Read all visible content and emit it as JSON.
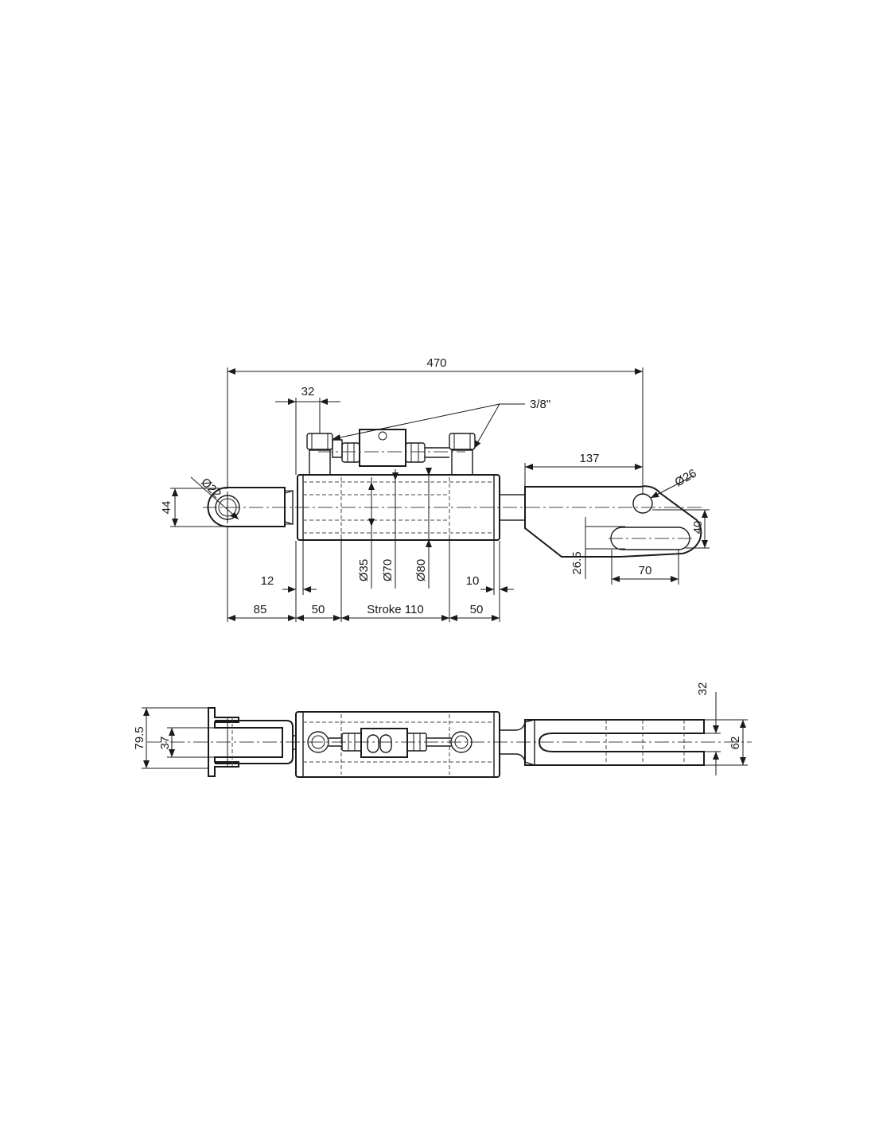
{
  "side_view": {
    "overall_length": "470",
    "port_spacing": "32",
    "port_thread": "3/8\"",
    "eye_diameter": "Ø22",
    "eye_width": "44",
    "rod_diameter": "Ø35",
    "bore_diameter": "Ø70",
    "body_diameter": "Ø80",
    "end_offset_left": "12",
    "end_offset_right": "10",
    "eye_to_body": "85",
    "left_cap": "50",
    "stroke": "Stroke 110",
    "right_cap": "50",
    "fork_length": "137",
    "fork_hole_diameter": "Ø26",
    "slot_height": "40",
    "slot_offset": "26.5",
    "slot_length": "70"
  },
  "top_view": {
    "fork_outer_width": "79.5",
    "fork_inner_width": "37",
    "clevis_slot_width": "32",
    "clevis_outer_width": "62"
  }
}
